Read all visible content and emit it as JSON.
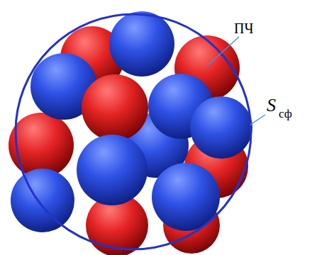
{
  "diagram": {
    "labels": [
      "ПЧ",
      "S",
      "сф"
    ]
  }
}
